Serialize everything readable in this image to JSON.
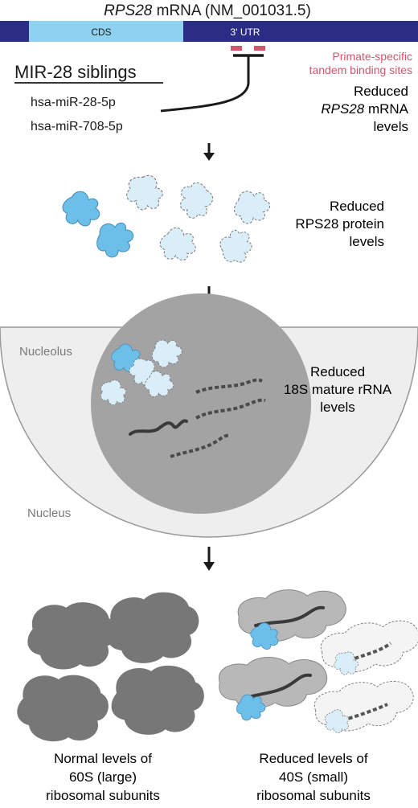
{
  "mrna": {
    "gene": "RPS28",
    "title_rest": " mRNA (NM_001031.5)",
    "cds_label": "CDS",
    "utr_label": "3' UTR"
  },
  "binding_sites": {
    "line1": "Primate-specific",
    "line2": "tandem binding sites"
  },
  "siblings": {
    "heading": "MIR-28 siblings",
    "mir1": "hsa-miR-28-5p",
    "mir2": "hsa-miR-708-5p"
  },
  "step1": {
    "line1": "Reduced",
    "gene_italic": "RPS28",
    "line2_rest": " mRNA",
    "line3": "levels"
  },
  "step2": {
    "line1": "Reduced",
    "line2": "RPS28 protein",
    "line3": "levels"
  },
  "step3": {
    "line1": "Reduced",
    "line2": "18S mature rRNA",
    "line3": "levels"
  },
  "compartments": {
    "nucleolus": "Nucleolus",
    "nucleus": "Nucleus"
  },
  "bottom": {
    "left1": "Normal levels of",
    "left2": "60S (large)",
    "left3": "ribosomal subunits",
    "right1": "Reduced levels of",
    "right2": "40S (small)",
    "right3": "ribosomal subunits"
  },
  "colors": {
    "utr_dark": "#2b2d84",
    "cds_light": "#8fd1f0",
    "site_pink": "#d0566c",
    "protein_blue": "#6bbfe8",
    "protein_faded": "#d9eef9",
    "nucleolus_grey": "#a3a3a3",
    "nucleus_fill": "#eeeeee",
    "subunit_grey": "#777777"
  }
}
